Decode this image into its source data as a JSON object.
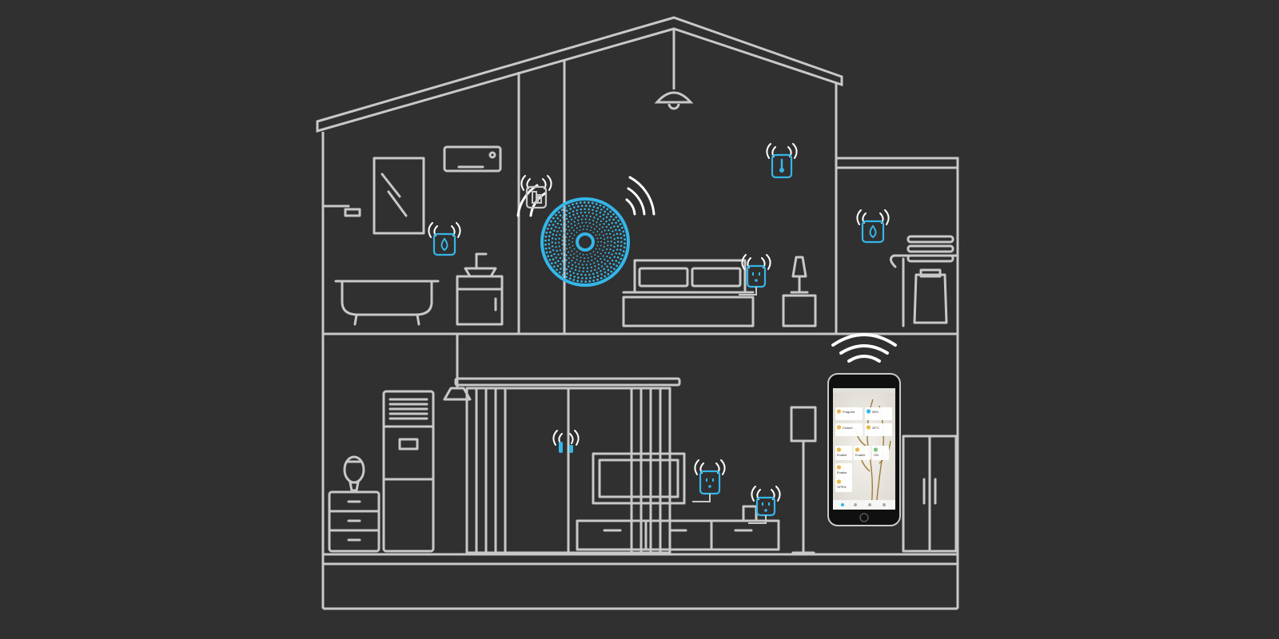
{
  "colors": {
    "background": "#303030",
    "line": "#c8c8c8",
    "accent": "#35b6e8",
    "phone_body": "#101010",
    "phone_screen": "#eeeeec",
    "card_icon": "#e7b94a"
  },
  "hub": {
    "icon": "zigbee-hub-icon"
  },
  "sensors": [
    {
      "icon": "water-leak-sensor-icon",
      "room": "bathroom"
    },
    {
      "icon": "door-window-sensor-icon",
      "room": "upstairs-hall"
    },
    {
      "icon": "temperature-humidity-sensor-icon",
      "room": "bedroom"
    },
    {
      "icon": "smart-plug-icon",
      "room": "bedroom"
    },
    {
      "icon": "water-leak-sensor-icon",
      "room": "laundry"
    },
    {
      "icon": "door-window-sensor-icon",
      "room": "living-room"
    },
    {
      "icon": "smart-plug-icon",
      "room": "living-room"
    },
    {
      "icon": "smart-plug-icon",
      "room": "living-room-desk"
    }
  ],
  "phone": {
    "icon": "smartphone-icon",
    "cards": [
      {
        "icon": "bulb-icon",
        "label": "Fragrant"
      },
      {
        "icon": "drop-icon",
        "label": "58%"
      },
      {
        "icon": "bulb-icon",
        "label": "Closed"
      },
      {
        "icon": "bulb-icon",
        "label": "28°C"
      },
      {
        "icon": "bulb-icon",
        "label": "Enable"
      },
      {
        "icon": "bulb-icon",
        "label": "Enable"
      },
      {
        "icon": "plug-icon",
        "label": "ON"
      },
      {
        "icon": "bulb-icon",
        "label": "Enable"
      },
      {
        "icon": "bulb-icon",
        "label": "OPEN"
      }
    ]
  }
}
